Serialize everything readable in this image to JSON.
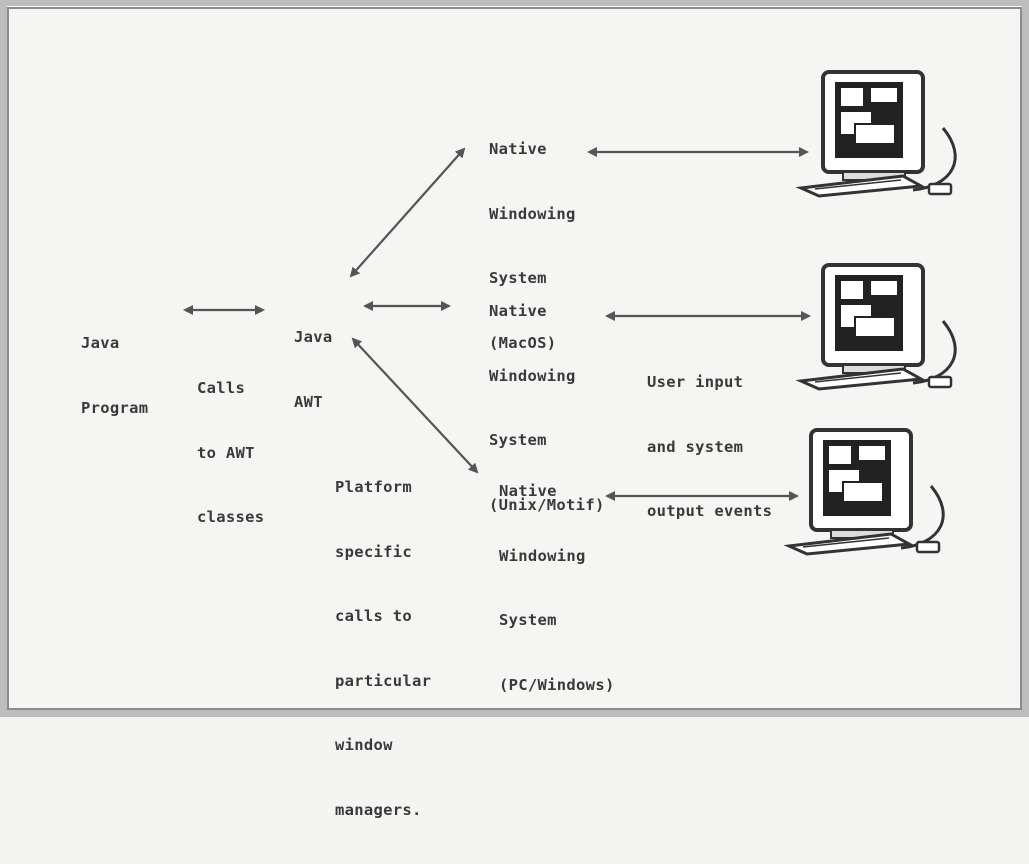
{
  "diagram": {
    "java_program": [
      "Java",
      "Program"
    ],
    "java_awt": [
      "Java",
      "AWT"
    ],
    "calls_note": [
      "Calls",
      "to AWT",
      "classes"
    ],
    "platform_note": [
      "Platform",
      "specific",
      "calls to",
      "particular",
      "window",
      "managers."
    ],
    "native_macos": [
      "Native",
      "Windowing",
      "System",
      "(MacOS)"
    ],
    "native_unix": [
      "Native",
      "Windowing",
      "System",
      "(Unix/Motif)"
    ],
    "native_windows": [
      "Native",
      "Windowing",
      "System",
      "(PC/Windows)"
    ],
    "events_note": [
      "User input",
      "and system",
      "output events"
    ]
  },
  "colors": {
    "background": "#f5f5f3",
    "ink": "#3a3a3a",
    "arrow": "#555555"
  },
  "icons": [
    "computer-macos-icon",
    "computer-unix-icon",
    "computer-windows-icon"
  ]
}
